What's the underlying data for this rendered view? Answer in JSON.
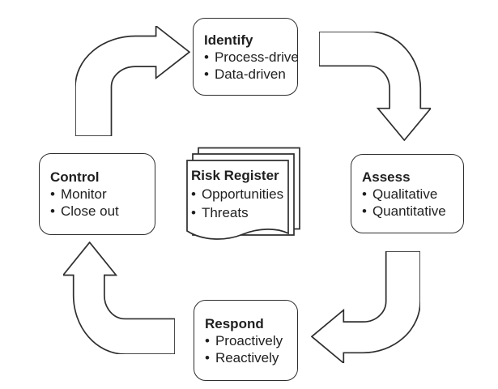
{
  "canvas": {
    "background": "#ffffff",
    "stroke_color": "#2e2e2e",
    "text_color": "#1f1f1f"
  },
  "bullet": "•",
  "nodes": {
    "identify": {
      "title": "Identify",
      "items": [
        "Process-drive",
        "Data-driven"
      ]
    },
    "assess": {
      "title": "Assess",
      "items": [
        "Qualitative",
        "Quantitative"
      ]
    },
    "respond": {
      "title": "Respond",
      "items": [
        "Proactively",
        "Reactively"
      ]
    },
    "control": {
      "title": "Control",
      "items": [
        "Monitor",
        "Close out"
      ]
    }
  },
  "center_document": {
    "title": "Risk Register",
    "items": [
      "Opportunities",
      "Threats"
    ]
  },
  "cycle_flow": [
    "identify-to-assess",
    "assess-to-respond",
    "respond-to-control",
    "control-to-identify"
  ]
}
